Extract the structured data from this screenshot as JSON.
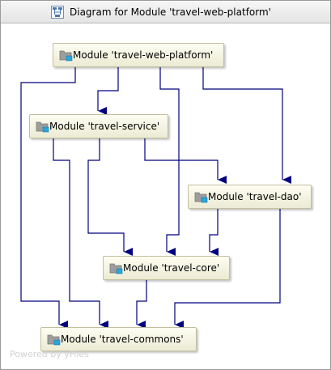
{
  "window": {
    "title": "Diagram for Module 'travel-web-platform'",
    "title_icon": "diagram-icon"
  },
  "colors": {
    "edge": "#00007f",
    "node_fill_top": "#fdfdf2",
    "node_fill_bottom": "#ecebd4",
    "node_border": "#c2bf9e",
    "watermark": "#d2d2d2"
  },
  "nodes": {
    "web_platform": {
      "label": "Module 'travel-web-platform'",
      "icon": "module-folder-icon"
    },
    "service": {
      "label": "Module 'travel-service'",
      "icon": "module-folder-icon"
    },
    "dao": {
      "label": "Module 'travel-dao'",
      "icon": "module-folder-icon"
    },
    "core": {
      "label": "Module 'travel-core'",
      "icon": "module-folder-icon"
    },
    "commons": {
      "label": "Module 'travel-commons'",
      "icon": "module-folder-icon"
    }
  },
  "edges": [
    {
      "from": "travel-web-platform",
      "to": "travel-service"
    },
    {
      "from": "travel-web-platform",
      "to": "travel-dao"
    },
    {
      "from": "travel-web-platform",
      "to": "travel-core"
    },
    {
      "from": "travel-web-platform",
      "to": "travel-commons"
    },
    {
      "from": "travel-service",
      "to": "travel-dao"
    },
    {
      "from": "travel-service",
      "to": "travel-core"
    },
    {
      "from": "travel-service",
      "to": "travel-commons"
    },
    {
      "from": "travel-dao",
      "to": "travel-core"
    },
    {
      "from": "travel-dao",
      "to": "travel-commons"
    },
    {
      "from": "travel-core",
      "to": "travel-commons"
    }
  ],
  "watermark": "Powered by yFiles"
}
